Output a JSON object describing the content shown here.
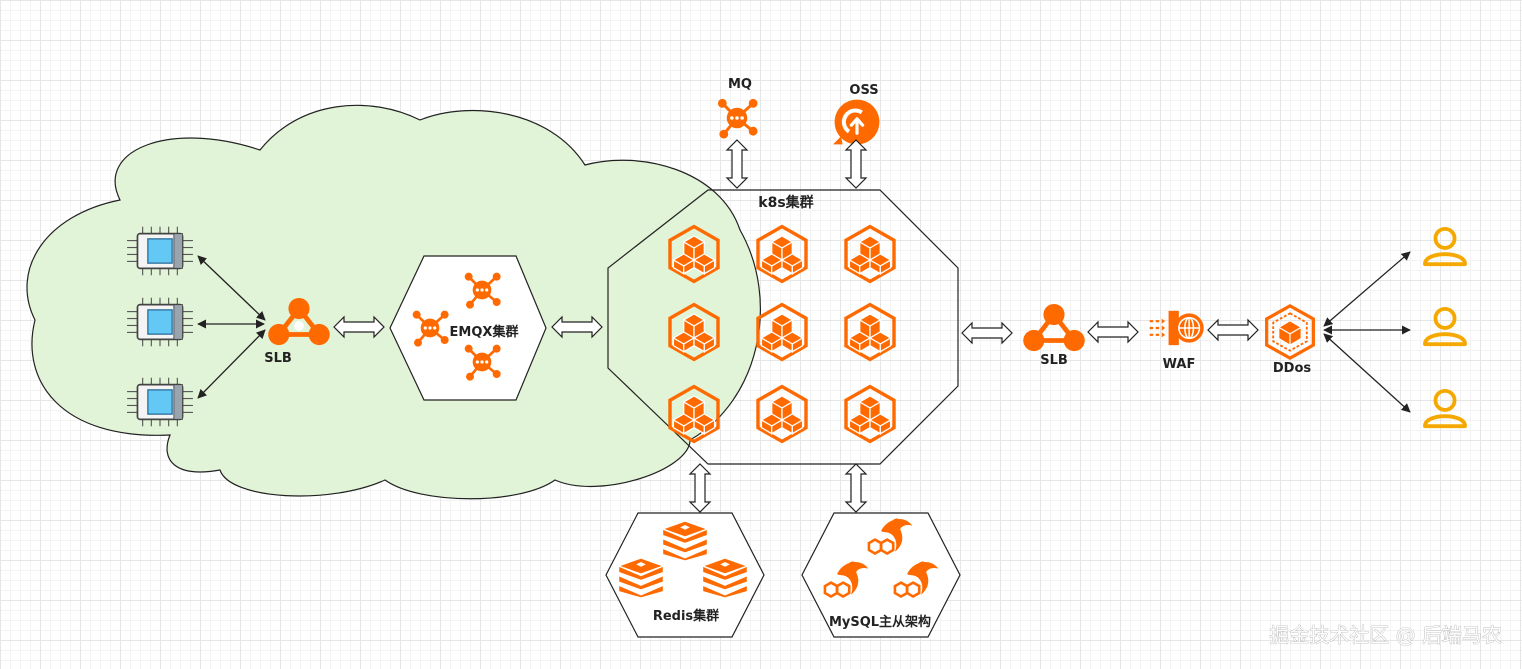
{
  "labels": {
    "mq": "MQ",
    "oss": "OSS",
    "k8s": "k8s集群",
    "slb_left": "SLB",
    "emqx": "EMQX集群",
    "slb_right": "SLB",
    "waf": "WAF",
    "ddos": "DDos",
    "redis": "Redis集群",
    "mysql": "MySQL主从架构"
  },
  "watermark": "掘金技术社区 @ 后端马农",
  "colors": {
    "orange": "#ff6a00",
    "user_yellow": "#f5a800",
    "cloud_fill": "#e2f4d7",
    "outline": "#222222",
    "chip_blue": "#64c8f4"
  },
  "icons": {
    "devices": "chip-icon",
    "slb": "load-balancer-icon",
    "mq": "message-queue-icon",
    "oss": "object-storage-icon",
    "k8s_nodes": "container-cube-icon",
    "redis": "redis-stack-icon",
    "mysql": "mysql-dolphin-icon",
    "waf": "firewall-icon",
    "ddos": "ddos-shield-icon",
    "users": "user-icon"
  }
}
